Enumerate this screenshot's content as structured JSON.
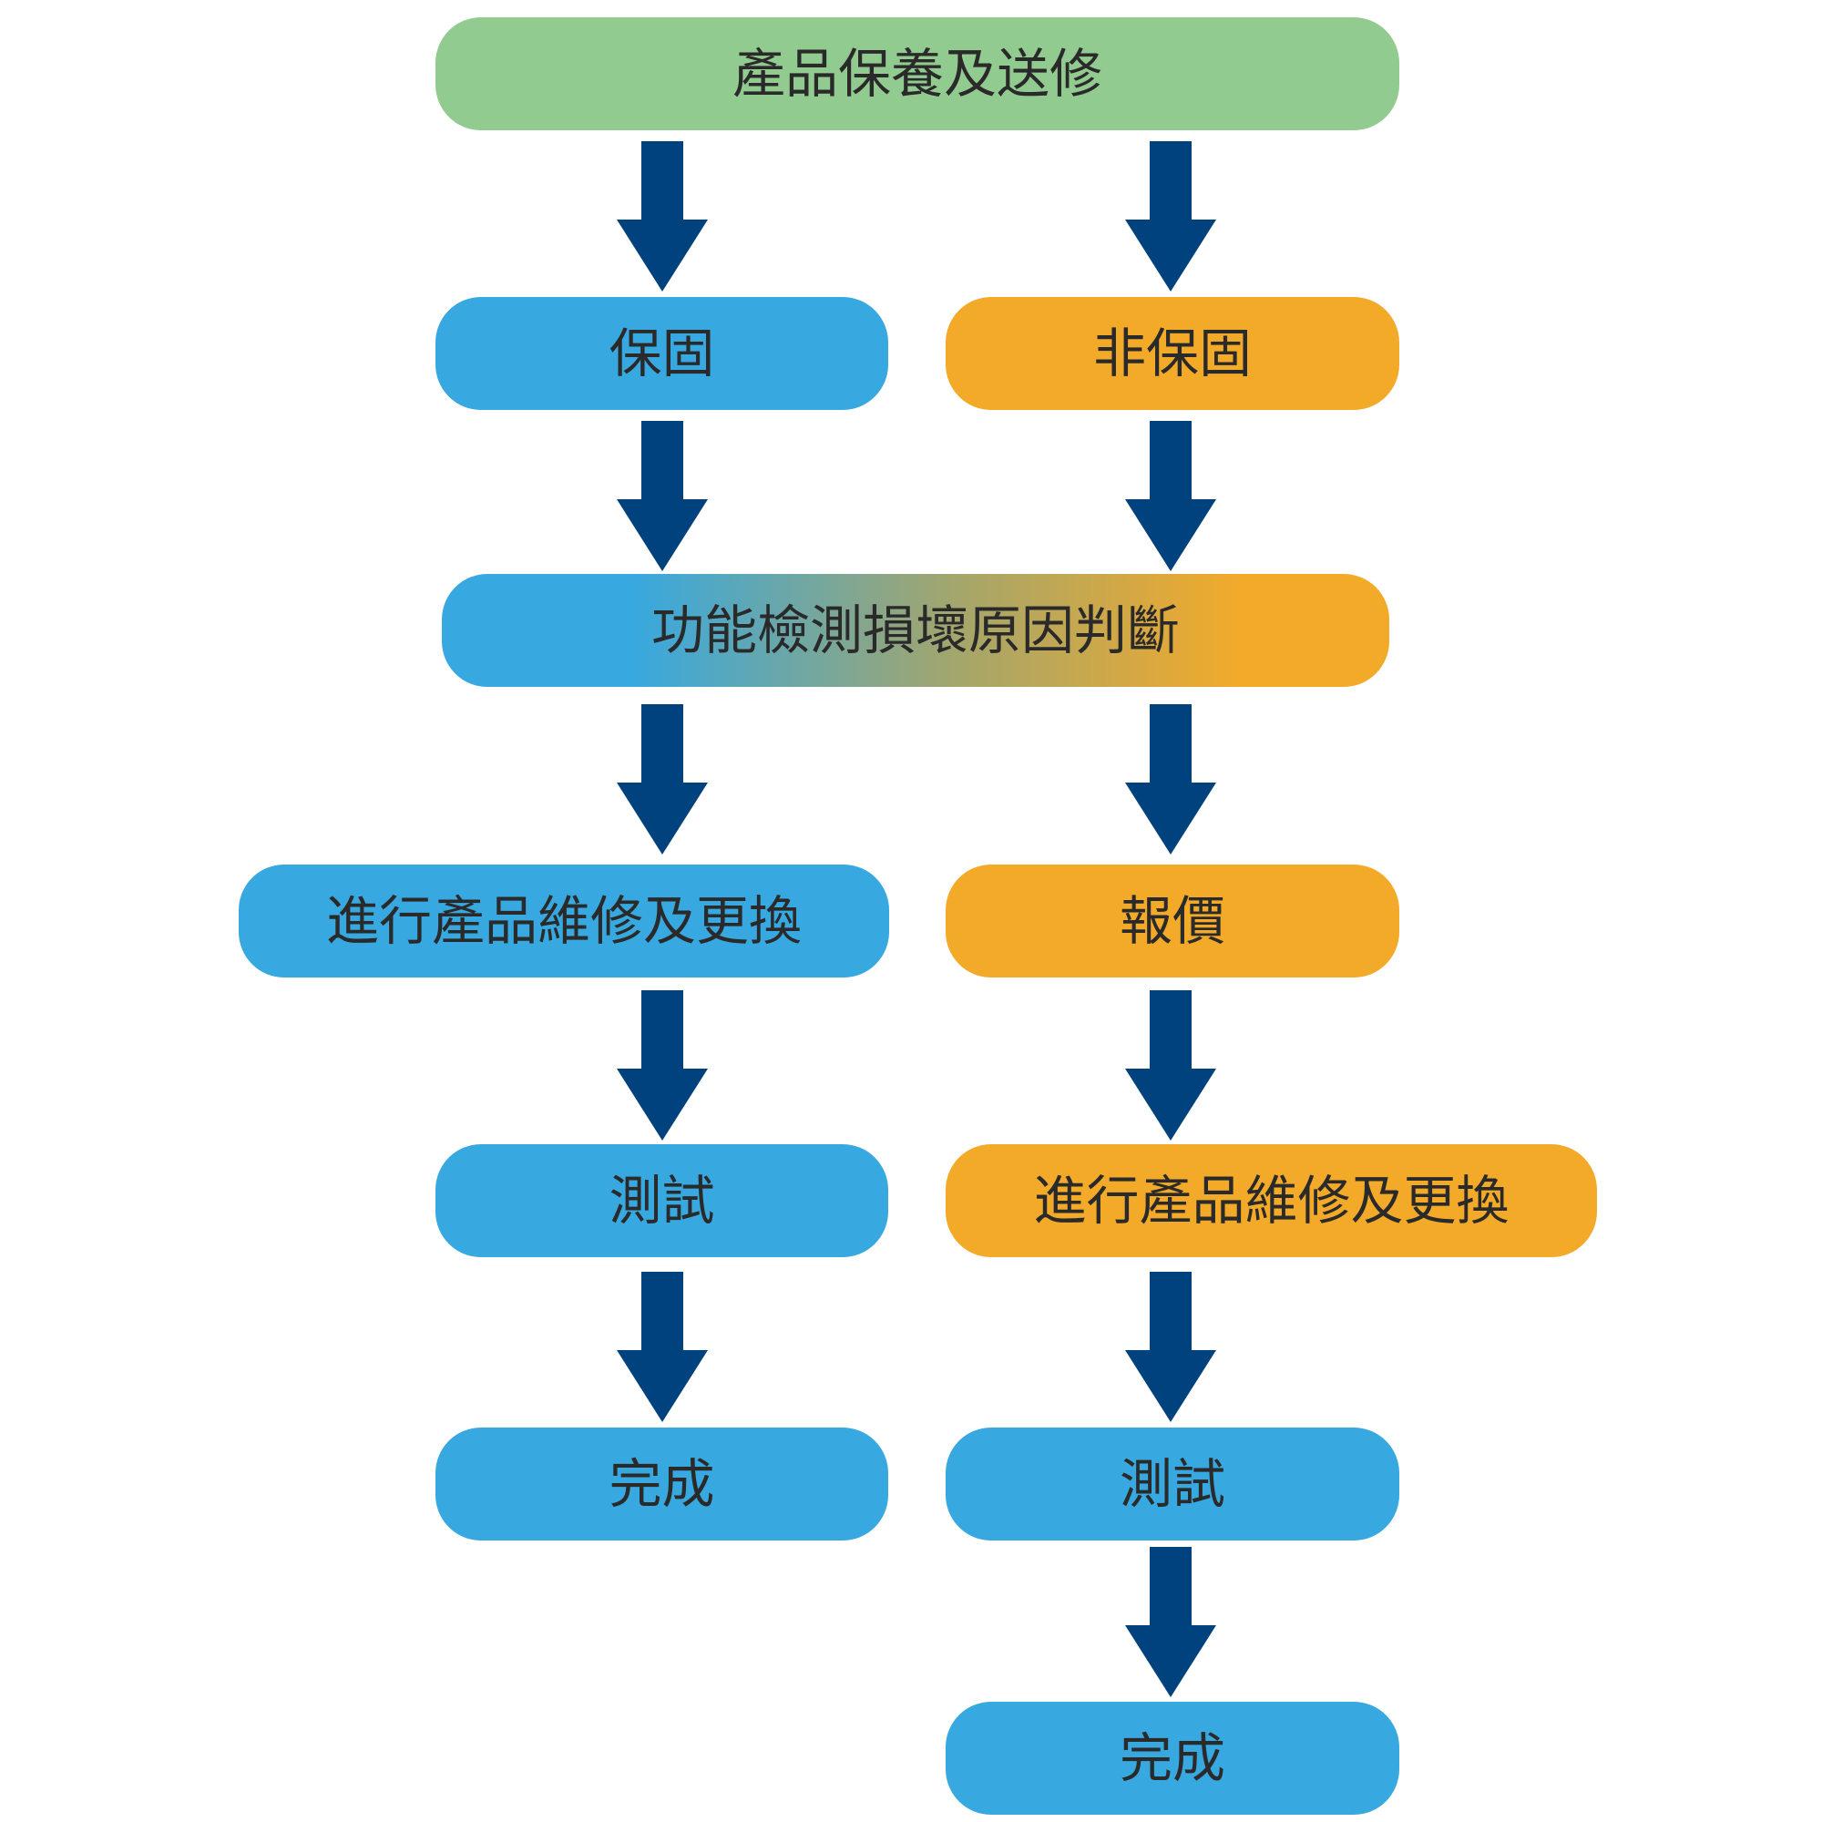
{
  "nodes": {
    "start": "產品保養及送修",
    "warranty": "保固",
    "non_warranty": "非保固",
    "inspect": "功能檢測損壞原因判斷",
    "left_repair": "進行產品維修及更換",
    "quote": "報價",
    "left_test": "測試",
    "right_repair": "進行產品維修及更換",
    "left_done": "完成",
    "right_test": "測試",
    "right_done": "完成"
  },
  "colors": {
    "green": "#91cb8f",
    "blue": "#37a8e0",
    "orange": "#f4aa29",
    "arrow": "#00427d"
  }
}
